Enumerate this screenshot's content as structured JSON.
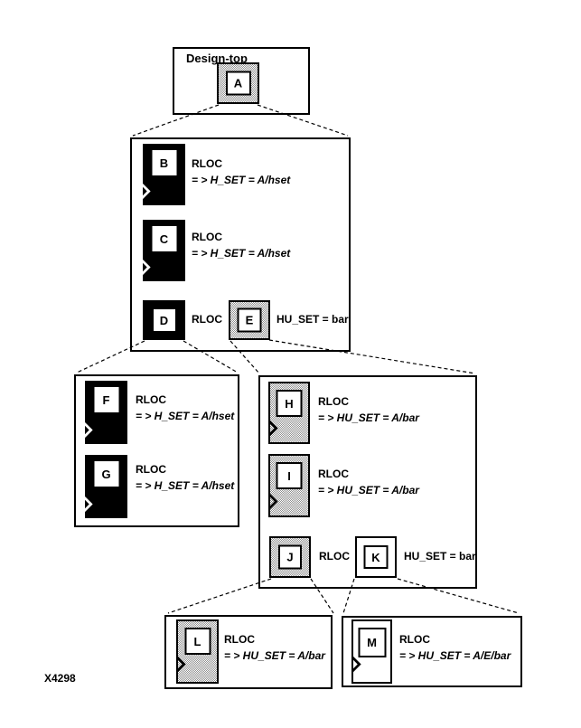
{
  "figure": {
    "caption_code": "X4298"
  },
  "colors": {
    "line": "#000000",
    "gray_fill": "#c0c0c0",
    "background": "#ffffff"
  },
  "top_box": {
    "title": "Design-top",
    "blocks": {
      "a": {
        "letter": "A"
      }
    }
  },
  "level2_box": {
    "blocks": {
      "b": {
        "letter": "B",
        "label": "RLOC",
        "constraint": "= > H_SET = A/hset"
      },
      "c": {
        "letter": "C",
        "label": "RLOC",
        "constraint": "= > H_SET = A/hset"
      },
      "d": {
        "letter": "D",
        "label": "RLOC"
      },
      "e": {
        "letter": "E",
        "label": "HU_SET = bar"
      }
    }
  },
  "left_box": {
    "blocks": {
      "f": {
        "letter": "F",
        "label": "RLOC",
        "constraint": "= > H_SET = A/hset"
      },
      "g": {
        "letter": "G",
        "label": "RLOC",
        "constraint": "= > H_SET = A/hset"
      }
    }
  },
  "right_box": {
    "blocks": {
      "h": {
        "letter": "H",
        "label": "RLOC",
        "constraint": "= > HU_SET = A/bar"
      },
      "i": {
        "letter": "I",
        "label": "RLOC",
        "constraint": "= > HU_SET = A/bar"
      },
      "j": {
        "letter": "J",
        "label": "RLOC"
      },
      "k": {
        "letter": "K",
        "label": "HU_SET = bar"
      }
    }
  },
  "bottom_left_box": {
    "blocks": {
      "l": {
        "letter": "L",
        "label": "RLOC",
        "constraint": "= > HU_SET = A/bar"
      }
    }
  },
  "bottom_right_box": {
    "blocks": {
      "m": {
        "letter": "M",
        "label": "RLOC",
        "constraint": "= > HU_SET = A/E/bar"
      }
    }
  }
}
